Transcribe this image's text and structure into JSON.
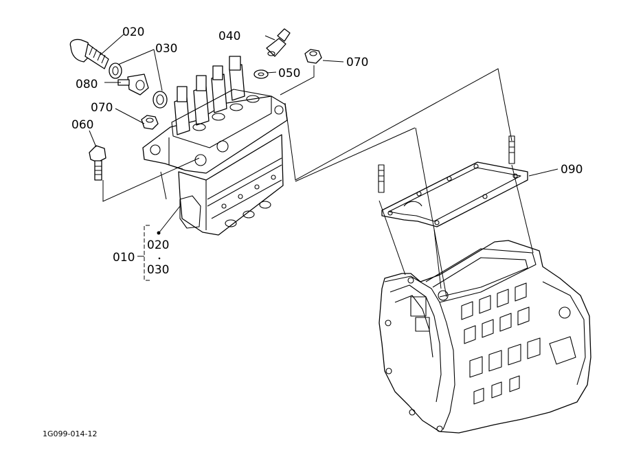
{
  "callouts": [
    {
      "id": "c020",
      "text": "020"
    },
    {
      "id": "c030",
      "text": "030"
    },
    {
      "id": "c040",
      "text": "040"
    },
    {
      "id": "c050",
      "text": "050"
    },
    {
      "id": "c070a",
      "text": "070"
    },
    {
      "id": "c070b",
      "text": "070"
    },
    {
      "id": "c080",
      "text": "080"
    },
    {
      "id": "c060",
      "text": "060"
    },
    {
      "id": "c090",
      "text": "090"
    },
    {
      "id": "c010",
      "text": "010"
    },
    {
      "id": "c020b",
      "text": "020"
    },
    {
      "id": "c030b",
      "text": "030"
    }
  ],
  "drawing_code": "1G099-014-12"
}
